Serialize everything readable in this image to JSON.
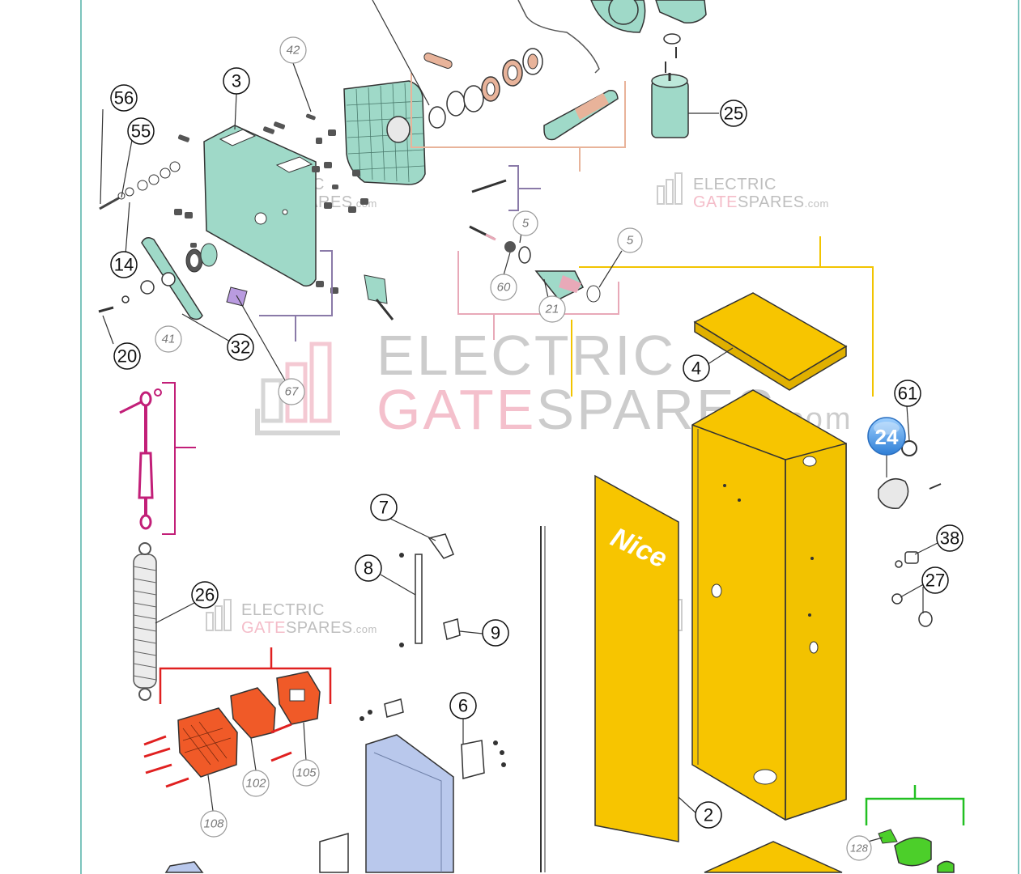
{
  "callouts": {
    "c56": "56",
    "c55": "55",
    "c3": "3",
    "c42": "42",
    "c25": "25",
    "c14": "14",
    "c20": "20",
    "c41": "41",
    "c32": "32",
    "c67": "67",
    "c5a": "5",
    "c5b": "5",
    "c60": "60",
    "c21": "21",
    "c4": "4",
    "c61": "61",
    "c24": "24",
    "c38": "38",
    "c27": "27",
    "c7": "7",
    "c8": "8",
    "c9": "9",
    "c6": "6",
    "c26": "26",
    "c102": "102",
    "c105": "105",
    "c108": "108",
    "c2": "2",
    "c128": "128"
  },
  "brand_label": "Nice",
  "watermark": {
    "line1": "ELECTRIC",
    "line2_pink": "GATE",
    "line2_gray": "SPARES",
    "suffix": ".com"
  },
  "colors": {
    "cabinet_yellow": "#f7c500",
    "teal_parts": "#9fd9c8",
    "salmon_bracket": "#e8b39a",
    "purple_bracket": "#8a7aa8",
    "yellow_bracket": "#f2c400",
    "pink_bracket": "#e8a9b8",
    "magenta_bracket": "#c21f78",
    "red_bracket": "#e02020",
    "green_bracket": "#22c022",
    "orange_parts": "#f05a28",
    "blue_box": "#b9c8ec",
    "highlight_blue": "#3f8fe0",
    "frame_teal": "#7cc4bd"
  }
}
